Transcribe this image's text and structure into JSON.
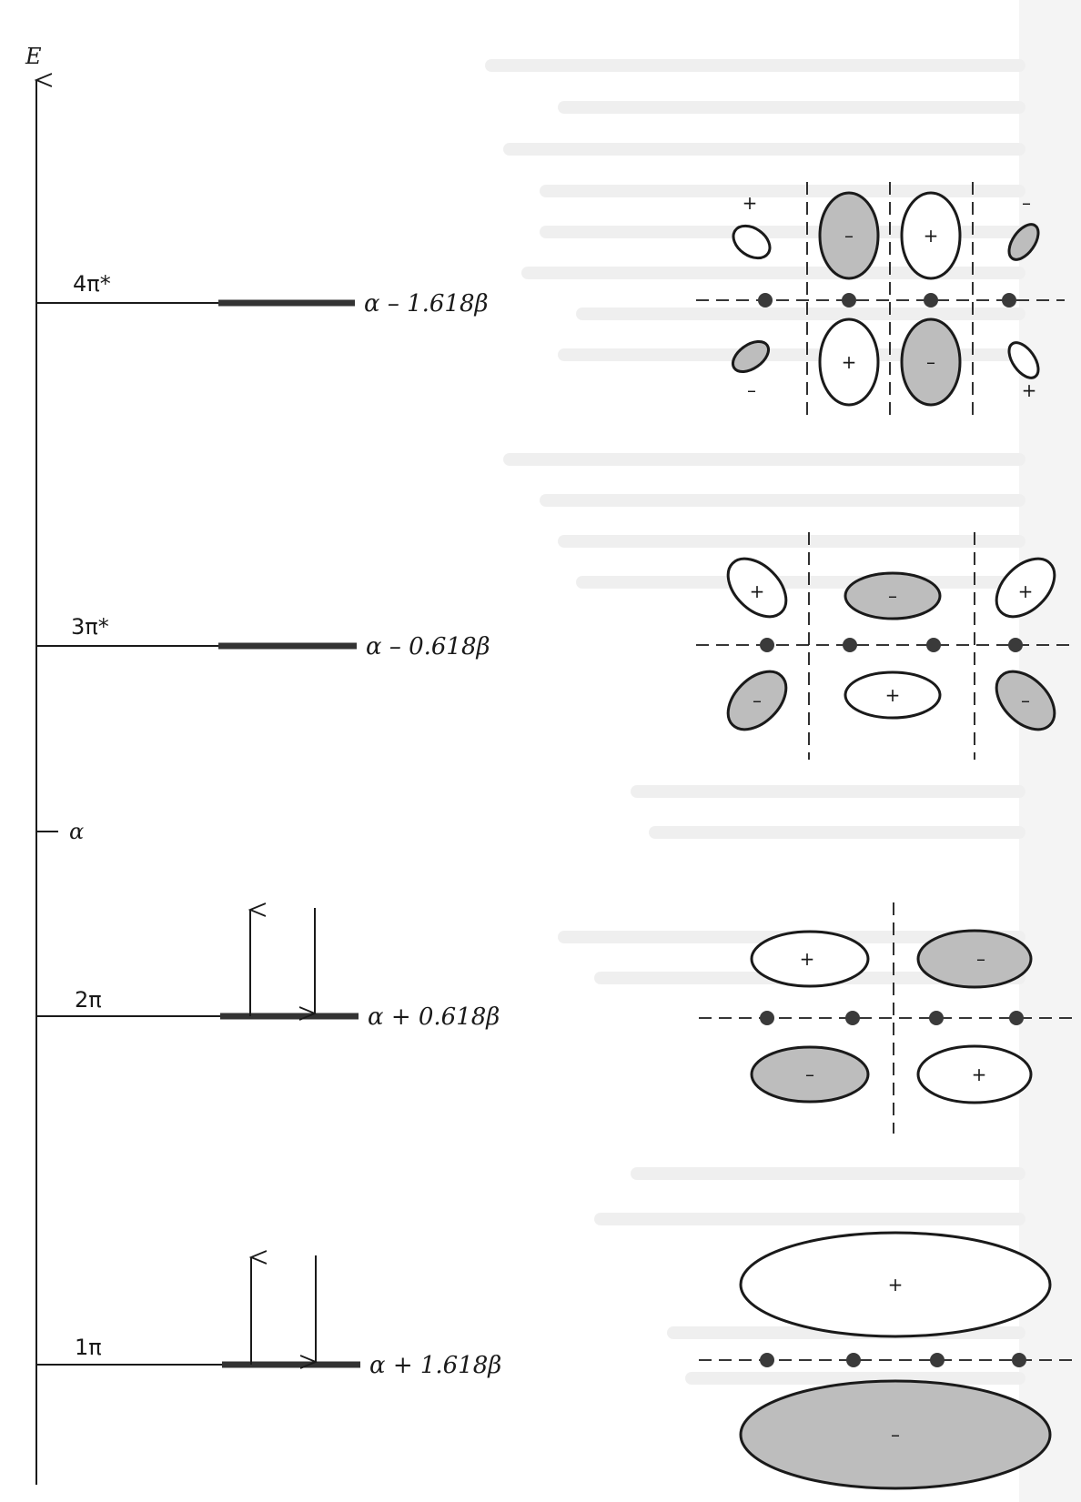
{
  "axis": {
    "label": "E",
    "alpha_label": "α"
  },
  "levels": [
    {
      "name": "4π*",
      "energy": "α – 1.618β",
      "electrons": 0
    },
    {
      "name": "3π*",
      "energy": "α – 0.618β",
      "electrons": 0
    },
    {
      "name": "2π",
      "energy": "α + 0.618β",
      "electrons": 2
    },
    {
      "name": "1π",
      "energy": "α + 1.618β",
      "electrons": 2
    }
  ],
  "orbitals": {
    "mo4": {
      "top": [
        "+",
        "–",
        "+",
        "–"
      ],
      "bottom": [
        "–",
        "+",
        "–",
        "+"
      ]
    },
    "mo3": {
      "top": [
        "+",
        "–",
        "+"
      ],
      "bottom": [
        "–",
        "+",
        "–"
      ]
    },
    "mo2": {
      "top": [
        "+",
        "–"
      ],
      "bottom": [
        "–",
        "+"
      ]
    },
    "mo1": {
      "top": [
        "+"
      ],
      "bottom": [
        "–"
      ]
    }
  },
  "colors": {
    "ink": "#1a1a1a",
    "shade": "#bdbdbd",
    "bleed_text": "#e3e3e3"
  }
}
